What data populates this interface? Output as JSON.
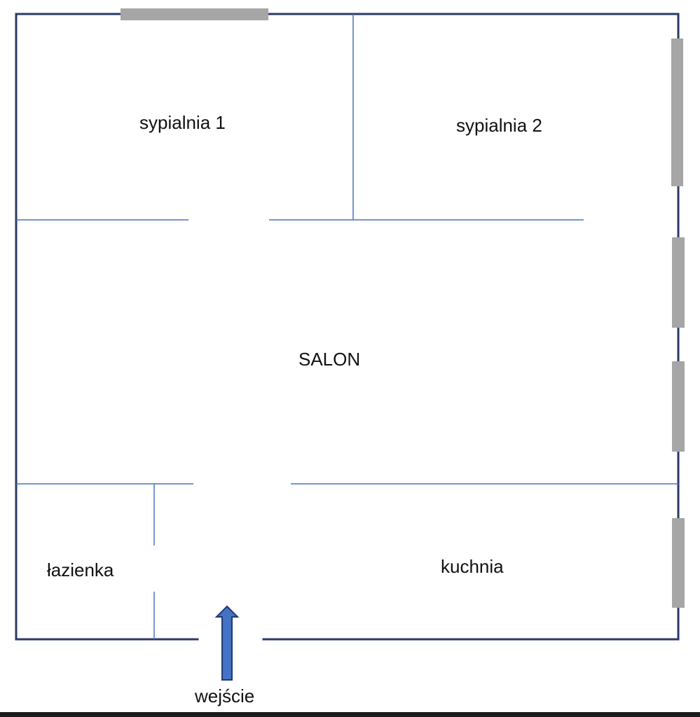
{
  "rooms": {
    "bedroom_1": "sypialnia 1",
    "bedroom_2": "sypialnia 2",
    "living_room": "SALON",
    "bathroom": "łazienka",
    "kitchen": "kuchnia"
  },
  "entrance": {
    "label": "wejście"
  },
  "colors": {
    "outer_wall": "#2b3a67",
    "inner_wall": "#4a72c4",
    "window": "#a6a6a6",
    "entrance_arrow": "#4472c4",
    "text": "#111111"
  }
}
